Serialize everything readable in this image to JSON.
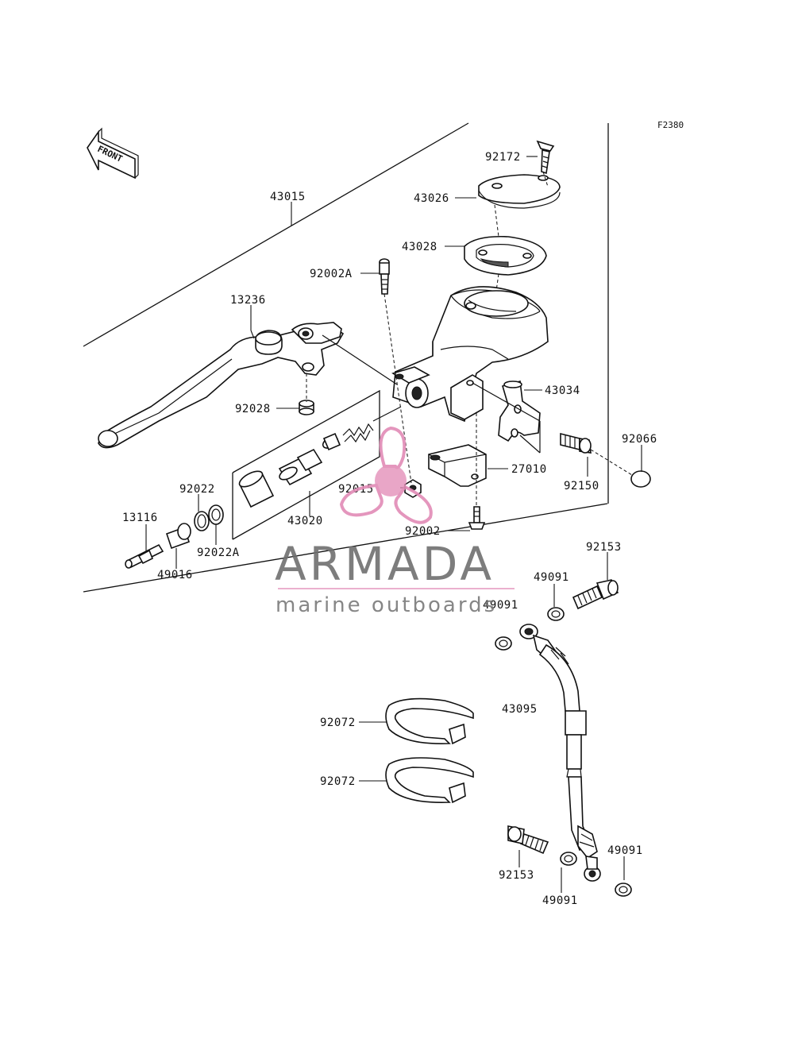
{
  "diagram": {
    "code": "F2380",
    "front_label": "FRONT",
    "parts": [
      {
        "id": "p-43015",
        "label": "43015"
      },
      {
        "id": "p-92172",
        "label": "92172"
      },
      {
        "id": "p-43026",
        "label": "43026"
      },
      {
        "id": "p-43028",
        "label": "43028"
      },
      {
        "id": "p-92002a",
        "label": "92002A"
      },
      {
        "id": "p-13236",
        "label": "13236"
      },
      {
        "id": "p-43034",
        "label": "43034"
      },
      {
        "id": "p-92028",
        "label": "92028"
      },
      {
        "id": "p-92066",
        "label": "92066"
      },
      {
        "id": "p-27010",
        "label": "27010"
      },
      {
        "id": "p-92150",
        "label": "92150"
      },
      {
        "id": "p-92022",
        "label": "92022"
      },
      {
        "id": "p-92015",
        "label": "92015"
      },
      {
        "id": "p-13116",
        "label": "13116"
      },
      {
        "id": "p-43020",
        "label": "43020"
      },
      {
        "id": "p-92002",
        "label": "92002"
      },
      {
        "id": "p-92022a",
        "label": "92022A"
      },
      {
        "id": "p-49016",
        "label": "49016"
      },
      {
        "id": "p-92153-top",
        "label": "92153"
      },
      {
        "id": "p-49091-a",
        "label": "49091"
      },
      {
        "id": "p-49091-b",
        "label": "49091"
      },
      {
        "id": "p-43095",
        "label": "43095"
      },
      {
        "id": "p-92072-a",
        "label": "92072"
      },
      {
        "id": "p-92072-b",
        "label": "92072"
      },
      {
        "id": "p-49091-c",
        "label": "49091"
      },
      {
        "id": "p-92153-bot",
        "label": "92153"
      },
      {
        "id": "p-49091-d",
        "label": "49091"
      }
    ]
  },
  "watermark": {
    "brand": "ARMADA",
    "tagline": "marine outboards",
    "logo_color": "#e28bb6",
    "text_color": "#6f6f6f"
  }
}
